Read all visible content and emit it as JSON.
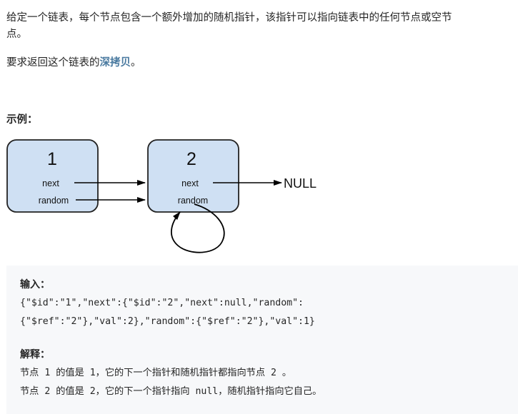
{
  "problem": {
    "description_line1": "给定一个链表，每个节点包含一个额外增加的随机指针，该指针可以指向链表中的任何节点或空节",
    "description_line2": "点。",
    "requirement_prefix": "要求返回这个链表的",
    "requirement_link": "深拷贝",
    "requirement_suffix": "。"
  },
  "example": {
    "title": "示例：",
    "input_label": "输入：",
    "input_line1": "{\"$id\":\"1\",\"next\":{\"$id\":\"2\",\"next\":null,\"random\":",
    "input_line2": "{\"$ref\":\"2\"},\"val\":2},\"random\":{\"$ref\":\"2\"},\"val\":1}",
    "explain_label": "解释：",
    "explain_line1": "节点 1 的值是 1，它的下一个指针和随机指针都指向节点 2 。",
    "explain_line2": "节点 2 的值是 2，它的下一个指针指向 null，随机指针指向它自己。"
  },
  "diagram": {
    "node1": {
      "value": "1",
      "next_label": "next",
      "random_label": "random"
    },
    "node2": {
      "value": "2",
      "next_label": "next",
      "random_label": "random"
    },
    "null_label": "NULL",
    "colors": {
      "node_fill": "#cfe0f3",
      "node_stroke": "#222222",
      "arrow": "#000000"
    }
  }
}
